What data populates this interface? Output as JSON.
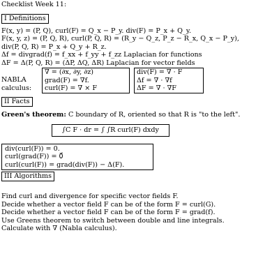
{
  "title": "Checklist Week 11:",
  "sections": {
    "definitions": {
      "heading": "I Definitions",
      "lines": [
        "F(x, y) = (P, Q), curl(F) = Q_x − P_y. div(F) = P_x + Q_y.",
        "F(x, y, z) = (P, Q, R), curl(P, Q, R) = (R_y − Q_z, P_z − R_x, Q_x − P_y),",
        "div(P, Q, R) = P_x + Q_y + R_z.",
        "Δf = divgrad(f) = f_xx + f_yy + f_zz Laplacian for functions",
        "ΔF = Δ(P, Q, R) = (ΔP, ΔQ, ΔR) Laplacian for vector fields"
      ],
      "nabla_label": "NABLA calculus:",
      "nabla_box1": [
        "∇ = (∂x, ∂y, ∂z)",
        "grad(F) = ∇f.",
        "curl(F) = ∇ × F"
      ],
      "nabla_box2": [
        "div(F) = ∇ · F",
        "Δf = ∇ · ∇f",
        "ΔF = ∇ · ∇F"
      ]
    },
    "facts": {
      "heading": "II Facts",
      "green_title": "Green's theorem:",
      "green_text": "C boundary of R, oriented so that R is \"to the left\".",
      "green_formula": "∫C F · dr = ∫ ∫R curl(F) dxdy",
      "identities": [
        "div(curl(F)) = 0.",
        "curl(grad(F)) = 0⃗",
        "curl(curl(F)) = grad(div(F)) − Δ(F)."
      ]
    },
    "algorithms": {
      "heading": "III Algorithms",
      "lines": [
        "Find curl and divergence for specific vector fields F.",
        "Decide whether a vector field F can be of the form F = curl(G).",
        "Decide whether a vector field F can be of the form F = grad(f).",
        "Use Greens theorem to switch between double and line integrals.",
        "Calculate with ∇ (Nabla calculus)."
      ]
    }
  }
}
